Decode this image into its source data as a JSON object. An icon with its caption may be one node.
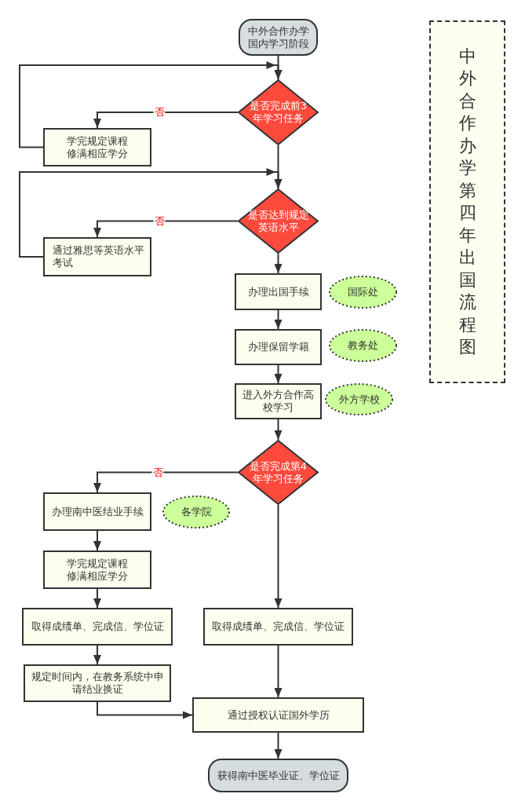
{
  "diagram": {
    "title": "中外合作办学第四年出国流程图",
    "nodes": [
      {
        "text": [
          "中外合作办学国内学习阶段"
        ]
      },
      {
        "text": [
          "是否完成前3年学习任务"
        ]
      },
      {
        "text": [
          "学完规定课程修满相应学分"
        ]
      },
      {
        "text": [
          "是否达到规定英语水平"
        ]
      },
      {
        "text": [
          "通过雅思等英语水平考试"
        ]
      },
      {
        "text": [
          "办理出国手续"
        ]
      },
      {
        "text": [
          "国际处"
        ]
      },
      {
        "text": [
          "办理保留学籍"
        ]
      },
      {
        "text": [
          "教务处"
        ]
      },
      {
        "text": [
          "进入外方合作高校学习"
        ]
      },
      {
        "text": [
          "外方学校"
        ]
      },
      {
        "text": [
          "是否完成第4年学习任务"
        ]
      },
      {
        "text": [
          "办理南中医结业手续"
        ]
      },
      {
        "text": [
          "各学院"
        ]
      },
      {
        "text": [
          "学完规定课程修满相应学分"
        ]
      },
      {
        "text": [
          "取得成绩单、完成信、学位证"
        ]
      },
      {
        "text": [
          "取得成绩单、完成信、学位证"
        ]
      },
      {
        "text": [
          "规定时间内，在教务系统中申请结业换证"
        ]
      },
      {
        "text": [
          "通过授权认证国外学历"
        ]
      },
      {
        "text": [
          "获得南中医毕业证、学位证"
        ]
      }
    ],
    "edges": [
      {
        "from": 0,
        "to": 1,
        "arrow": "to"
      },
      {
        "from": 1,
        "to": 2,
        "arrow": "to",
        "label": "否"
      },
      {
        "from": 2,
        "to": 1,
        "arrow": "to"
      },
      {
        "from": 1,
        "to": 3,
        "arrow": "to"
      },
      {
        "from": 3,
        "to": 4,
        "arrow": "to",
        "label": "否"
      },
      {
        "from": 4,
        "to": 3,
        "arrow": "to"
      },
      {
        "from": 3,
        "to": 5,
        "arrow": "to"
      },
      {
        "from": 5,
        "to": 7,
        "arrow": "to"
      },
      {
        "from": 7,
        "to": 9,
        "arrow": "to"
      },
      {
        "from": 9,
        "to": 11,
        "arrow": "to"
      },
      {
        "from": 11,
        "to": 12,
        "arrow": "to",
        "label": "否"
      },
      {
        "from": 11,
        "to": 16,
        "arrow": "to"
      },
      {
        "from": 12,
        "to": 14,
        "arrow": "to"
      },
      {
        "from": 14,
        "to": 15,
        "arrow": "to"
      },
      {
        "from": 15,
        "to": 17,
        "arrow": "to"
      },
      {
        "from": 17,
        "to": 18,
        "arrow": "to"
      },
      {
        "from": 16,
        "to": 18,
        "arrow": "to"
      },
      {
        "from": 18,
        "to": 19,
        "arrow": "to"
      }
    ]
  }
}
